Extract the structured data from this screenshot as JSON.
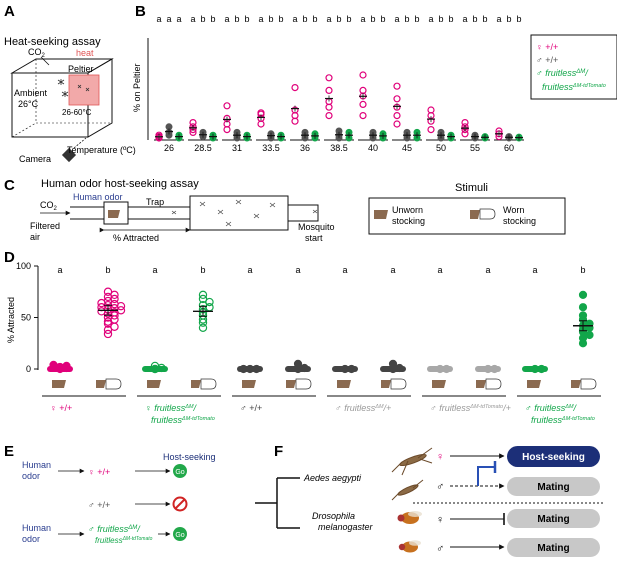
{
  "panels": {
    "A": "A",
    "B": "B",
    "C": "C",
    "D": "D",
    "E": "E",
    "F": "F"
  },
  "colors": {
    "female": "#e0007a",
    "male": "#555555",
    "mutant": "#12a64a",
    "light_male": "#a8a8a8",
    "stocking": "#8b6a50",
    "host": "#1c2f78",
    "go": "#22a84a",
    "stop": "#d12424",
    "mating": "#c8c8c8",
    "odor_text": "#2a3d8f",
    "heat": "#e05555",
    "peltier": "#f2a9a9"
  },
  "panel_a": {
    "title": "Heat-seeking assay",
    "co2": "CO",
    "co2_sub": "2",
    "heat": "heat",
    "peltier": "Peltier",
    "peltier_range": "26-60°C",
    "ambient": "Ambient",
    "ambient_temp": "26°C",
    "camera": "Camera"
  },
  "panel_b": {
    "ylabel": "% on Peltier",
    "xlabel": "Temperature (ºC)",
    "legend": {
      "female": "♀ +/+",
      "male": "♂ +/+",
      "mutant_l1": "♂ fruitless",
      "mutant_sup1": "ΔM",
      "mutant_l2": "fruitless",
      "mutant_sup2": "ΔM-tdTomato"
    },
    "chart_data": {
      "type": "scatter",
      "categories": [
        "26",
        "28.5",
        "31",
        "33.5",
        "36",
        "38.5",
        "40",
        "45",
        "50",
        "55",
        "60"
      ],
      "ylim": [
        0,
        35
      ],
      "letters": [
        [
          "a",
          "a",
          "a"
        ],
        [
          "a",
          "b",
          "b"
        ],
        [
          "a",
          "b",
          "b"
        ],
        [
          "a",
          "b",
          "b"
        ],
        [
          "a",
          "b",
          "b"
        ],
        [
          "a",
          "b",
          "b"
        ],
        [
          "a",
          "b",
          "b"
        ],
        [
          "a",
          "b",
          "b"
        ],
        [
          "a",
          "b",
          "b"
        ],
        [
          "a",
          "b",
          "b"
        ],
        [
          "a",
          "b",
          "b"
        ]
      ],
      "series": [
        {
          "name": "♀ +/+",
          "color": "#e0007a",
          "points": [
            [
              0.5,
              1,
              0.3,
              0
            ],
            [
              2,
              3,
              4,
              5.5
            ],
            [
              3,
              5,
              7,
              11.5
            ],
            [
              5,
              7,
              9,
              8.5
            ],
            [
              6,
              8,
              10,
              18
            ],
            [
              8,
              11,
              13,
              17,
              21.5
            ],
            [
              8,
              12,
              15,
              17,
              22.5
            ],
            [
              5,
              8,
              11,
              14,
              18.5
            ],
            [
              3,
              6,
              8,
              10
            ],
            [
              1.5,
              3,
              4,
              5.5
            ],
            [
              0.5,
              1.5,
              2.5
            ]
          ]
        },
        {
          "name": "♂ +/+",
          "color": "#555555",
          "points": [
            [
              1,
              2,
              4
            ],
            [
              0.5,
              1,
              2
            ],
            [
              0,
              1,
              2
            ],
            [
              0,
              1,
              1.5
            ],
            [
              0,
              1,
              2
            ],
            [
              0,
              1,
              2.5
            ],
            [
              0,
              1,
              2
            ],
            [
              0,
              1,
              2
            ],
            [
              0,
              1,
              2
            ],
            [
              0,
              0.5,
              1
            ],
            [
              0,
              0.5
            ]
          ]
        },
        {
          "name": "fruitless ΔM/ΔM-tdTomato",
          "color": "#12a64a",
          "points": [
            [
              0,
              1
            ],
            [
              0,
              1
            ],
            [
              0,
              1
            ],
            [
              0,
              1
            ],
            [
              0,
              1.5
            ],
            [
              0,
              2
            ],
            [
              0,
              1.5
            ],
            [
              0,
              2
            ],
            [
              0,
              1
            ],
            [
              0,
              0.5
            ],
            [
              0,
              0.3
            ]
          ]
        }
      ]
    }
  },
  "panel_c": {
    "title": "Human odor host-seeking assay",
    "co2": "CO",
    "co2_sub": "2",
    "human_odor": "Human odor",
    "trap": "Trap",
    "filtered_air": "Filtered air",
    "filtered_l1": "Filtered",
    "filtered_l2": "air",
    "attracted": "% Attracted",
    "mosquito_l1": "Mosquito",
    "mosquito_l2": "start",
    "stimuli": "Stimuli",
    "unworn_l1": "Unworn",
    "unworn_l2": "stocking",
    "worn_l1": "Worn",
    "worn_l2": "stocking"
  },
  "panel_d": {
    "ylabel": "% Attracted",
    "chart_data": {
      "type": "scatter",
      "ylim": [
        0,
        100
      ],
      "yticks": [
        0,
        50,
        100
      ],
      "letters": [
        "a",
        "b",
        "a",
        "b",
        "a",
        "a",
        "a",
        "a",
        "a",
        "a",
        "a",
        "b"
      ],
      "columns": [
        {
          "stim": "unworn",
          "color": "#e0007a",
          "filled": true,
          "mean": 2,
          "points": [
            0,
            1,
            2,
            3,
            4
          ]
        },
        {
          "stim": "worn",
          "color": "#e0007a",
          "filled": false,
          "mean": 57,
          "points": [
            34,
            38,
            41,
            44,
            46,
            48,
            50,
            52,
            54,
            55,
            56,
            57,
            58,
            59,
            60,
            61,
            62,
            63,
            64,
            66,
            68,
            70,
            72,
            75
          ]
        },
        {
          "stim": "unworn",
          "color": "#12a64a",
          "filled": false,
          "mean": 1,
          "points": [
            0,
            1,
            3
          ]
        },
        {
          "stim": "worn",
          "color": "#12a64a",
          "filled": false,
          "mean": 56,
          "points": [
            40,
            45,
            48,
            52,
            55,
            58,
            60,
            62,
            65,
            68,
            72
          ]
        },
        {
          "stim": "unworn",
          "color": "#444444",
          "filled": true,
          "mean": 0,
          "points": [
            0,
            0,
            0
          ]
        },
        {
          "stim": "worn",
          "color": "#444444",
          "filled": true,
          "mean": 1,
          "points": [
            0,
            1,
            5
          ]
        },
        {
          "stim": "unworn",
          "color": "#444444",
          "filled": true,
          "mean": 0,
          "points": [
            0,
            0
          ]
        },
        {
          "stim": "worn",
          "color": "#444444",
          "filled": true,
          "mean": 1,
          "points": [
            0,
            1,
            5
          ]
        },
        {
          "stim": "unworn",
          "color": "#a8a8a8",
          "filled": true,
          "mean": 0,
          "points": [
            0,
            0
          ]
        },
        {
          "stim": "worn",
          "color": "#a8a8a8",
          "filled": true,
          "mean": 0,
          "points": [
            0,
            0
          ]
        },
        {
          "stim": "unworn",
          "color": "#12a64a",
          "filled": true,
          "mean": 0,
          "points": [
            0,
            0
          ]
        },
        {
          "stim": "worn",
          "color": "#12a64a",
          "filled": true,
          "mean": 42,
          "points": [
            25,
            30,
            33,
            36,
            38,
            40,
            42,
            44,
            48,
            52,
            60,
            72
          ]
        }
      ]
    },
    "groups": [
      {
        "l1": "♀ +/+",
        "l2": "",
        "sup1": "",
        "sup2": "",
        "color": "#e0007a",
        "italic": false
      },
      {
        "l1": "♀ fruitless",
        "sup1": "ΔM",
        "l2": "fruitless",
        "sup2": "ΔM-tdTomato",
        "color": "#12a64a",
        "italic": true
      },
      {
        "l1": "♂ +/+",
        "l2": "",
        "sup1": "",
        "sup2": "",
        "color": "#444444",
        "italic": false
      },
      {
        "l1": "♂ fruitless",
        "sup1": "ΔM",
        "tail1": "/+",
        "l2": "",
        "sup2": "",
        "color": "#999999",
        "italic": true
      },
      {
        "l1": "♂ fruitless",
        "sup1": "ΔM-tdTomato",
        "tail1": "/+",
        "l2": "",
        "sup2": "",
        "color": "#999999",
        "italic": true
      },
      {
        "l1": "♂ fruitless",
        "sup1": "ΔM",
        "l2": "fruitless",
        "sup2": "ΔM-tdTomato",
        "color": "#12a64a",
        "italic": true
      }
    ]
  },
  "panel_e": {
    "host_seeking": "Host-seeking",
    "human_l1": "Human",
    "human_l2": "odor",
    "female": "♀ +/+",
    "male": "♂ +/+",
    "mutant_l1": "♂ fruitless",
    "mutant_sup1": "ΔM",
    "mutant_l2": "fruitless",
    "mutant_sup2": "ΔM-tdTomato",
    "go": "Go"
  },
  "panel_f": {
    "aedes": "Aedes aegypti",
    "dros_l1": "Drosophila",
    "dros_l2": "melanogaster",
    "female": "♀",
    "male": "♂",
    "host_seeking": "Host-seeking",
    "mating": "Mating"
  }
}
